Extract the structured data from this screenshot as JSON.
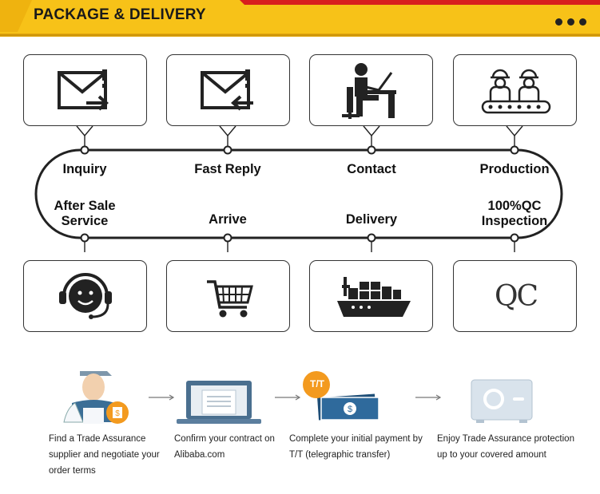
{
  "header": {
    "title": "PACKAGE & DELIVERY",
    "colors": {
      "bar": "#f7c218",
      "bar_edge": "#e2a50c",
      "red_accent": "#d81e1e"
    },
    "menu_icon": "ellipsis-icon"
  },
  "process": {
    "top_steps": [
      {
        "label": "Inquiry",
        "icon": "envelope-send-icon"
      },
      {
        "label": "Fast Reply",
        "icon": "envelope-reply-icon"
      },
      {
        "label": "Contact",
        "icon": "office-worker-icon"
      },
      {
        "label": "Production",
        "icon": "factory-workers-icon"
      }
    ],
    "bottom_steps": [
      {
        "line1": "After Sale",
        "line2": "Service",
        "icon": "support-headset-icon"
      },
      {
        "line1": "Arrive",
        "line2": "",
        "icon": "shopping-cart-icon"
      },
      {
        "line1": "Delivery",
        "line2": "",
        "icon": "cargo-ship-icon"
      },
      {
        "line1": "100%QC",
        "line2": "Inspection",
        "icon": "qc-icon"
      }
    ],
    "qc_mark": "QC"
  },
  "trade_assurance": {
    "steps": [
      {
        "line1": "Find a Trade Assurance",
        "line2": "supplier and negotiate your",
        "line3": "order terms",
        "icon": "supplier-person-icon"
      },
      {
        "line1": "Confirm your contract on",
        "line2": "Alibaba.com",
        "line3": "",
        "icon": "laptop-contract-icon"
      },
      {
        "line1": "Complete your initial payment by",
        "line2": "T/T (telegraphic transfer)",
        "line3": "",
        "icon": "cash-payment-icon",
        "badge": "T/T"
      },
      {
        "line1": "Enjoy Trade Assurance protection",
        "line2": "up to your covered amount",
        "line3": "",
        "icon": "safe-icon"
      }
    ],
    "badge_color": "#f39a1f",
    "money_color": "#1f4f78"
  }
}
